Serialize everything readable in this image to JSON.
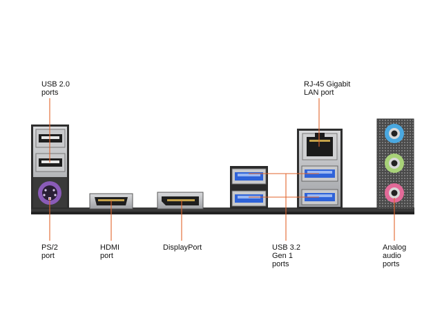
{
  "labels": {
    "usb2": "USB 2.0\nports",
    "rj45": "RJ-45 Gigabit\nLAN port",
    "ps2": "PS/2\nport",
    "hdmi": "HDMI\nport",
    "displayport": "DisplayPort",
    "usb32": "USB 3.2\nGen 1\nports",
    "audio": "Analog\naudio\nports"
  },
  "colors": {
    "leader_line": "#e2632b",
    "ps2_purple": "#8a5bb8",
    "usb3_blue": "#2f63d9",
    "audio_blue": "#4aa8e0",
    "audio_green": "#a8d278",
    "audio_pink": "#e26a98",
    "metal": "#b9babd",
    "board": "#3a3a3a"
  }
}
